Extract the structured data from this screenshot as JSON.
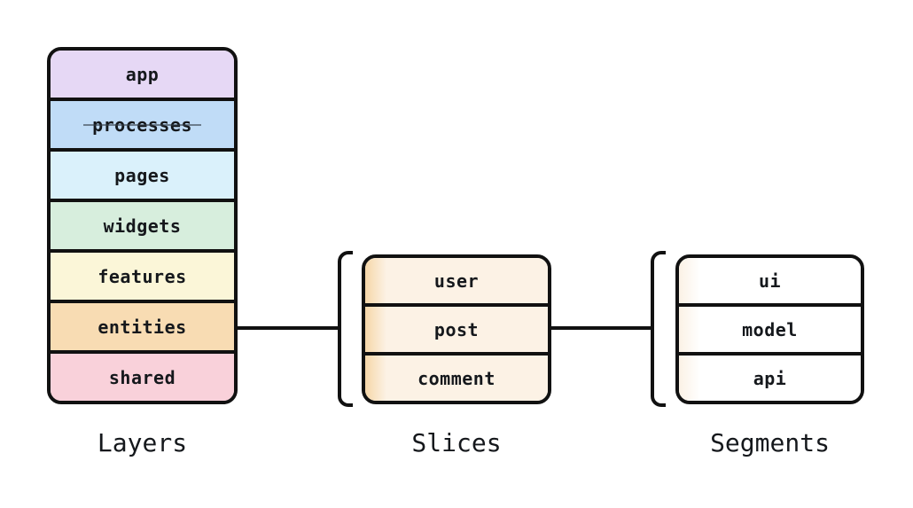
{
  "diagram": {
    "line_color": "#111111",
    "text_color": "#15181c",
    "layers": {
      "label": "Layers",
      "rows": [
        {
          "text": "app",
          "color": "#e6d8f5",
          "deprecated": false
        },
        {
          "text": "processes",
          "color": "#c0dcf7",
          "deprecated": true
        },
        {
          "text": "pages",
          "color": "#daf1fb",
          "deprecated": false
        },
        {
          "text": "widgets",
          "color": "#d7eedd",
          "deprecated": false
        },
        {
          "text": "features",
          "color": "#fbf6d8",
          "deprecated": false
        },
        {
          "text": "entities",
          "color": "#f8dcb3",
          "deprecated": false
        },
        {
          "text": "shared",
          "color": "#f9d1da",
          "deprecated": false
        }
      ]
    },
    "slices": {
      "label": "Slices",
      "row_bg": "#fcf2e5",
      "row_accent": "#f6d8ab",
      "rows": [
        {
          "text": "user"
        },
        {
          "text": "post"
        },
        {
          "text": "comment"
        }
      ]
    },
    "segments": {
      "label": "Segments",
      "row_bg": "#ffffff",
      "row_accent": "#fbf2e6",
      "rows": [
        {
          "text": "ui"
        },
        {
          "text": "model"
        },
        {
          "text": "api"
        }
      ]
    }
  }
}
